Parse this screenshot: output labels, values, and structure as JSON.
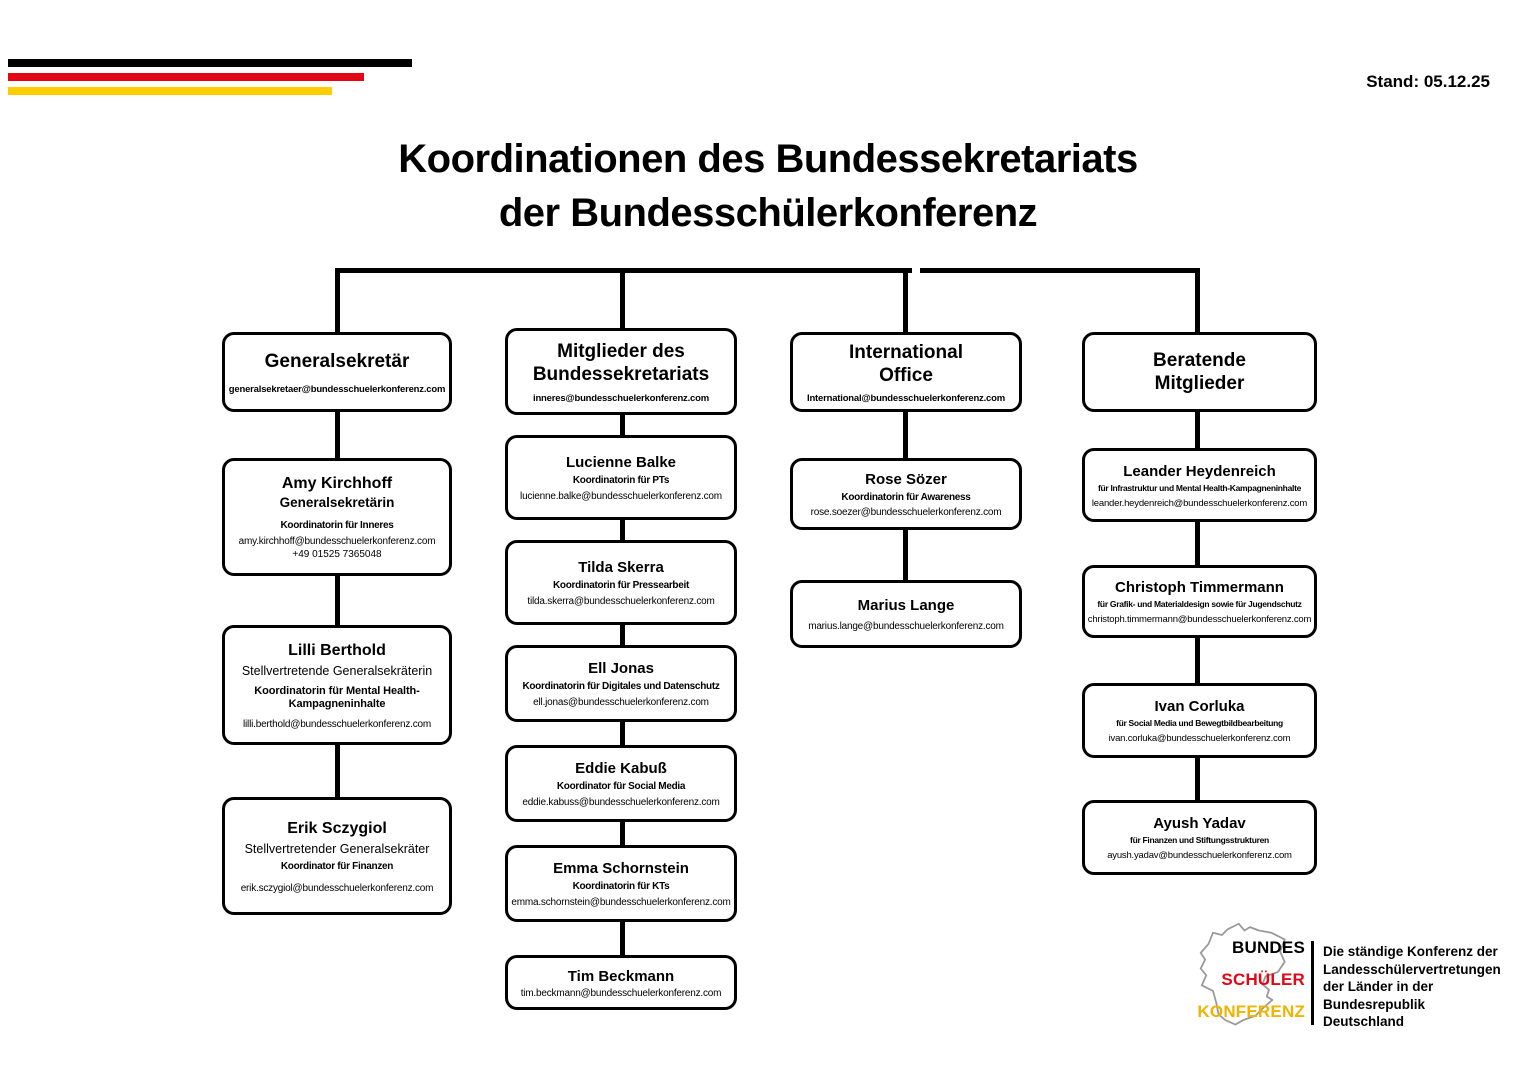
{
  "stand": "Stand: 05.12.25",
  "title": [
    "Koordinationen des Bundessekretariats",
    "der Bundesschülerkonferenz"
  ],
  "colors": {
    "black": "#000000",
    "red": "#e30613",
    "gold": "#ffcc00",
    "logo_gold": "#f0b400"
  },
  "columns": [
    {
      "header": {
        "lines": [
          "Generalsekretär"
        ],
        "email": "generalsekretaer@bundesschuelerkonferenz.com"
      },
      "boxes": [
        {
          "name": "Amy Kirchhoff",
          "role": "Generalsekretärin",
          "sub": "Koordinatorin für Inneres",
          "email": "amy.kirchhoff@bundesschuelerkonferenz.com",
          "phone": "+49 01525 7365048"
        },
        {
          "name": "Lilli Berthold",
          "role": "Stellvertretende Generalsekräterin",
          "sub": "Koordinatorin für Mental Health-Kampagneninhalte",
          "email": "lilli.berthold@bundesschuelerkonferenz.com"
        },
        {
          "name": "Erik Sczygiol",
          "role": "Stellvertretender Generalsekräter",
          "sub": "Koordinator für Finanzen",
          "email": "erik.sczygiol@bundesschuelerkonferenz.com"
        }
      ]
    },
    {
      "header": {
        "lines": [
          "Mitglieder des",
          "Bundessekretariats"
        ],
        "email": "inneres@bundesschuelerkonferenz.com"
      },
      "boxes": [
        {
          "name": "Lucienne Balke",
          "sub": "Koordinatorin für PTs",
          "email": "lucienne.balke@bundesschuelerkonferenz.com"
        },
        {
          "name": "Tilda Skerra",
          "sub": "Koordinatorin für Pressearbeit",
          "email": "tilda.skerra@bundesschuelerkonferenz.com"
        },
        {
          "name": "Ell Jonas",
          "sub": "Koordinatorin für Digitales und Datenschutz",
          "email": "ell.jonas@bundesschuelerkonferenz.com"
        },
        {
          "name": "Eddie Kabuß",
          "sub": "Koordinator für Social Media",
          "email": "eddie.kabuss@bundesschuelerkonferenz.com"
        },
        {
          "name": "Emma Schornstein",
          "sub": "Koordinatorin für KTs",
          "email": "emma.schornstein@bundesschuelerkonferenz.com"
        },
        {
          "name": "Tim Beckmann",
          "email": "tim.beckmann@bundesschuelerkonferenz.com"
        }
      ]
    },
    {
      "header": {
        "lines": [
          "International",
          "Office"
        ],
        "email": "International@bundesschuelerkonferenz.com"
      },
      "boxes": [
        {
          "name": "Rose Sözer",
          "sub": "Koordinatorin für Awareness",
          "email": "rose.soezer@bundesschuelerkonferenz.com"
        },
        {
          "name": "Marius Lange",
          "email": "marius.lange@bundesschuelerkonferenz.com"
        }
      ]
    },
    {
      "header": {
        "lines": [
          "Beratende",
          "Mitglieder"
        ]
      },
      "boxes": [
        {
          "name": "Leander Heydenreich",
          "sub": "für Infrastruktur und Mental Health-Kampagneninhalte",
          "email": "leander.heydenreich@bundesschuelerkonferenz.com"
        },
        {
          "name": "Christoph Timmermann",
          "sub": "für Grafik- und Materialdesign sowie für Jugendschutz",
          "email": "christoph.timmermann@bundesschuelerkonferenz.com"
        },
        {
          "name": "Ivan Corluka",
          "sub": "für Social Media und Bewegtbildbearbeitung",
          "email": "ivan.corluka@bundesschuelerkonferenz.com"
        },
        {
          "name": "Ayush Yadav",
          "sub": "für Finanzen und Stiftungsstrukturen",
          "email": "ayush.yadav@bundesschuelerkonferenz.com"
        }
      ]
    }
  ],
  "logo": {
    "word1": "BUNDES",
    "word2": "SCHÜLER",
    "word3": "KONFERENZ",
    "tagline": [
      "Die ständige Konferenz der",
      "Landesschülervertretungen",
      "der Länder in der",
      "Bundesrepublik Deutschland"
    ]
  }
}
